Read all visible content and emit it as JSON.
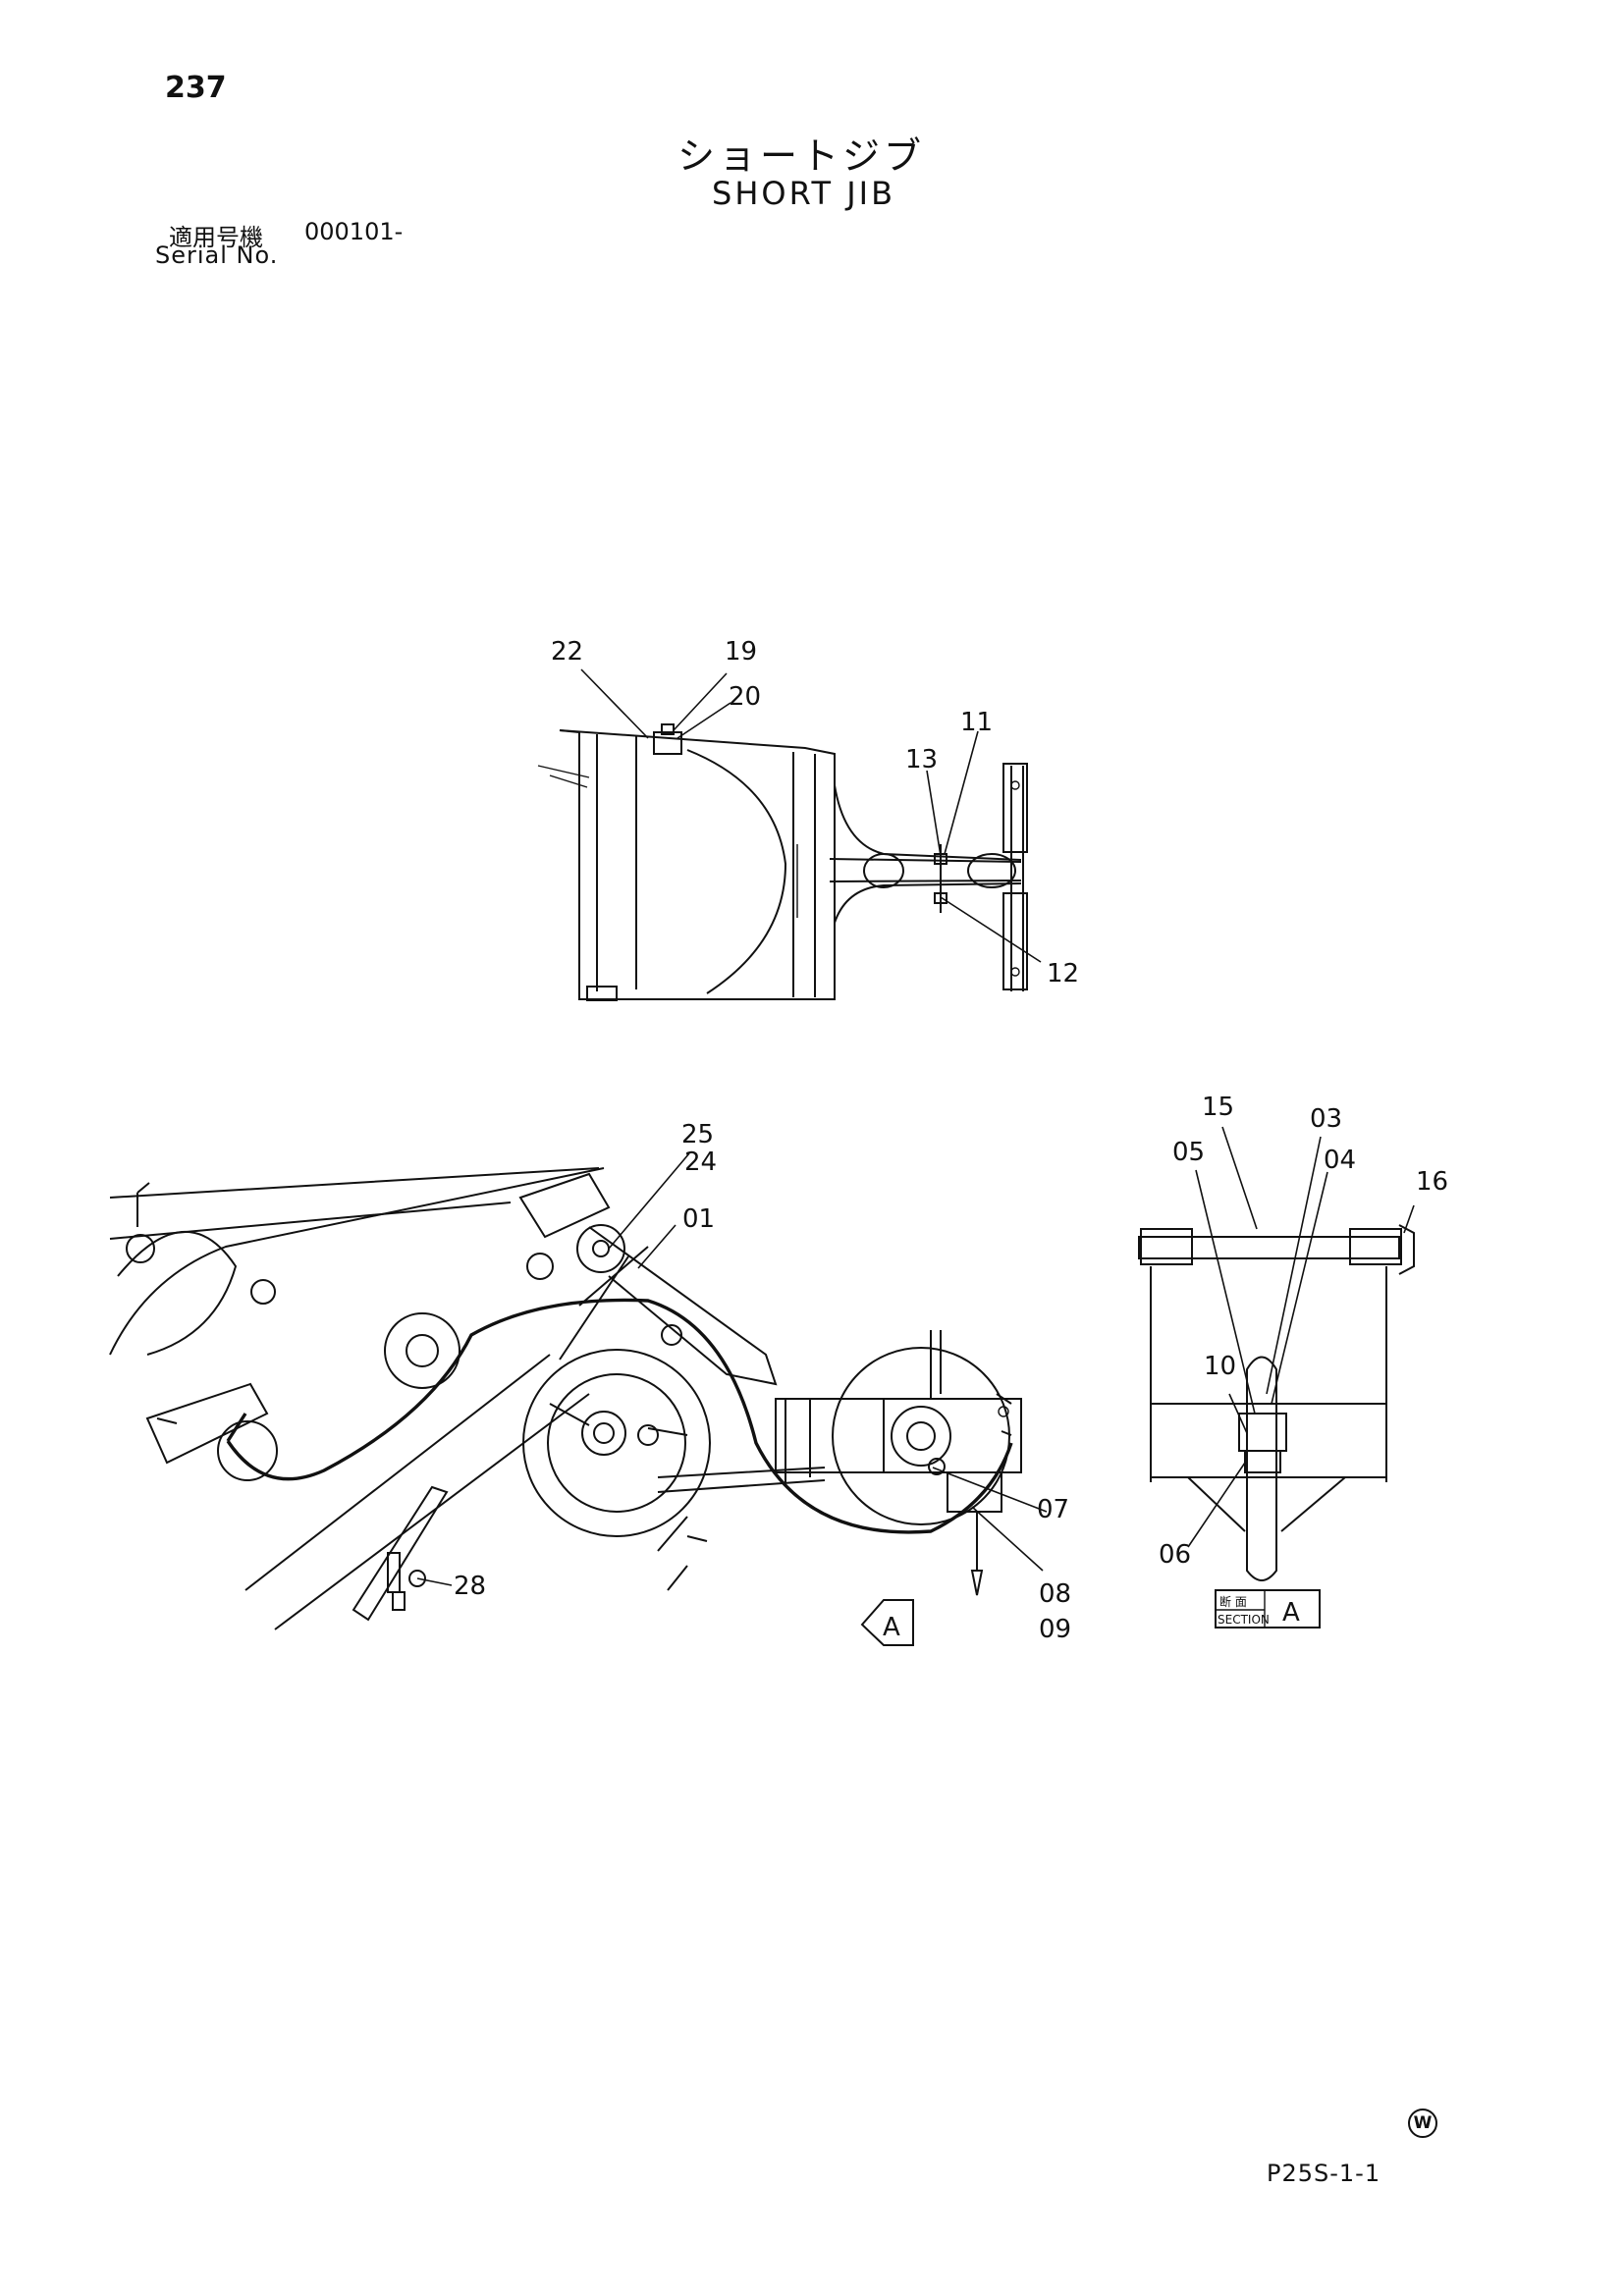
{
  "header": {
    "page_number": "237",
    "title_jp": "ショートジブ",
    "title_en": "SHORT JIB",
    "serial_label_jp": "適用号機",
    "serial_value": "000101-",
    "serial_label_en": "Serial No."
  },
  "top_view": {
    "callouts": [
      "22",
      "19",
      "20",
      "11",
      "13",
      "12"
    ]
  },
  "side_view": {
    "callouts": [
      "25",
      "24",
      "01",
      "07",
      "08",
      "09",
      "28"
    ],
    "view_arrow_label": "A"
  },
  "section_view": {
    "callouts": [
      "15",
      "03",
      "05",
      "04",
      "16",
      "10",
      "06"
    ],
    "section_label_jp": "断 面",
    "section_label_en": "SECTION",
    "section_letter": "A"
  },
  "footer": {
    "mark": "W",
    "drawing_code": "P25S-1-1"
  }
}
